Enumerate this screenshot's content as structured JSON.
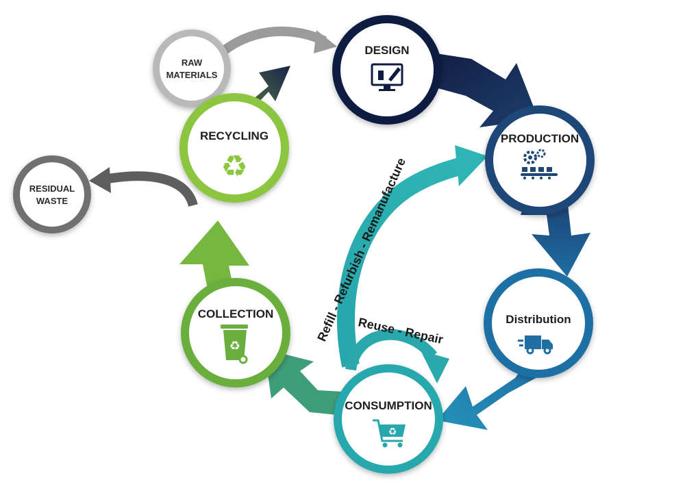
{
  "nodes": {
    "design": {
      "label": "DESIGN",
      "icon": "computer-brush-icon",
      "color": "#0f1c3f"
    },
    "production": {
      "label": "PRODUCTION",
      "icon": "factory-conveyor-icon",
      "color": "#1d4677"
    },
    "distribution": {
      "label": "Distribution",
      "icon": "delivery-truck-icon",
      "color": "#1f6fa3"
    },
    "consumption": {
      "label": "CONSUMPTION",
      "icon": "shopping-cart-recycle-icon",
      "color": "#28a8ad"
    },
    "collection": {
      "label": "COLLECTION",
      "icon": "recycling-bin-icon",
      "color": "#6aaf3d"
    },
    "recycling": {
      "label": "RECYCLING",
      "icon": "recycle-icon",
      "color": "#8cc63f"
    }
  },
  "side_nodes": {
    "raw_materials": {
      "line1": "RAW",
      "line2": "MATERIALS"
    },
    "residual_waste": {
      "line1": "RESIDUAL",
      "line2": "WASTE"
    }
  },
  "loops": {
    "outer": "Refill - Refurbish - Remanufacture",
    "inner": "Reuse - Repair"
  }
}
